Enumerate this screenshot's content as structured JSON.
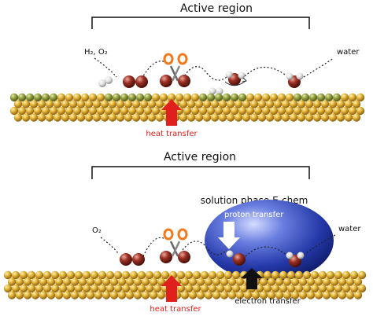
{
  "top_panel": {
    "title": "Active region",
    "reactants_label": "H₂, O₂",
    "product_label": "water",
    "heat_label": "heat transfer"
  },
  "bottom_panel": {
    "title": "Active region",
    "reactant_label": "O₂",
    "product_label": "water",
    "solution_label": "solution phase E-chem",
    "proton_label": "proton transfer",
    "heat_label": "heat transfer",
    "electron_label": "electron transfer"
  },
  "colors": {
    "gold_atom": "#d9ad2e",
    "green_atom": "#8e9a3c",
    "oxygen_atom": "#8b2c22",
    "hydrogen_atom": "#e6e6e6",
    "scissors": "#f07a1c",
    "heat_arrow": "#e0201c",
    "sphere": "#2e44b8",
    "heat_text": "#e0201c"
  },
  "icons": [
    "scissors-icon",
    "heat-arrow-icon",
    "proton-arrow-icon",
    "electron-arrow-icon"
  ]
}
